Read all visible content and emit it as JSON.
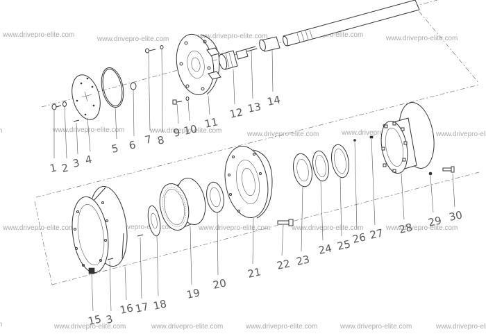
{
  "watermark": "www.drivepro-elite.com",
  "watermark_color": "#a9a9a9",
  "line_color": "#333333",
  "callouts": [
    "1",
    "2",
    "3",
    "4",
    "5",
    "6",
    "7",
    "8",
    "9",
    "10",
    "11",
    "12",
    "13",
    "14",
    "15",
    "3",
    "16",
    "17",
    "18",
    "19",
    "20",
    "21",
    "22",
    "23",
    "24",
    "25",
    "26",
    "27",
    "28",
    "29",
    "30"
  ]
}
